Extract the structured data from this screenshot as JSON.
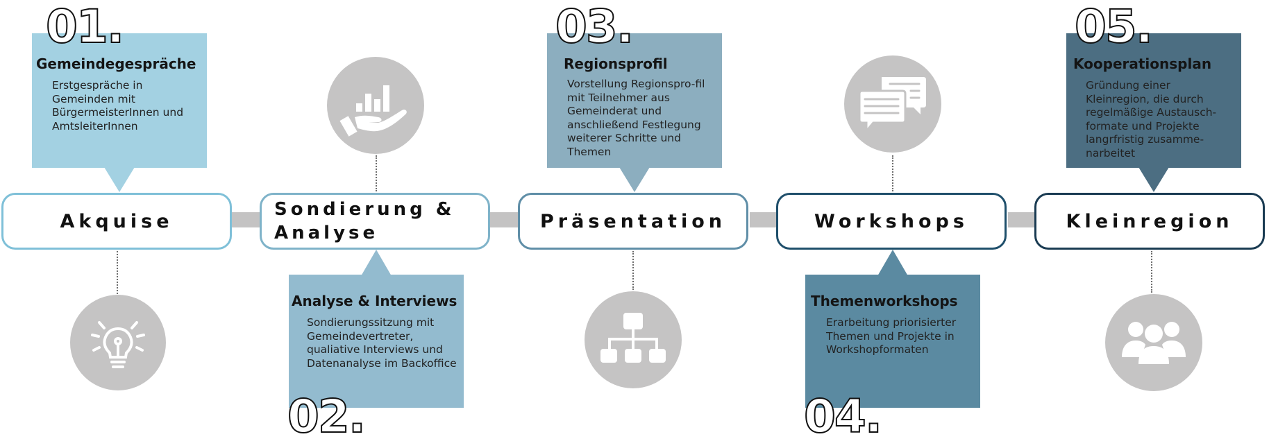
{
  "colors": {
    "step1": "#a3d1e2",
    "step2": "#93bbcf",
    "step3": "#8caebf",
    "step4": "#5b8aa1",
    "step5": "#4c6e82",
    "connector": "#c4c3c3",
    "icon_circle": "#c5c4c4"
  },
  "steps": [
    {
      "number": "01.",
      "stage": "Akquise",
      "title": "Gemeindegespräche",
      "text": "Erstgespräche in Gemeinden mit BürgermeisterInnen und AmtsleiterInnen",
      "icon": "lightbulb-icon"
    },
    {
      "number": "02.",
      "stage": "Sondierung & Analyse",
      "title": "Analyse & Interviews",
      "text": "Sondierungssitzung mit Gemeindevertreter, qualiative Interviews und Datenanalyse im Backoffice",
      "icon": "hand-chart-icon"
    },
    {
      "number": "03.",
      "stage": "Präsentation",
      "title": "Regionsprofil",
      "text": "Vorstellung Regionspro-fil  mit Teilnehmer aus Gemeinderat und anschließend Festlegung weiterer Schritte und Themen",
      "icon": "org-chart-icon"
    },
    {
      "number": "04.",
      "stage": "Workshops",
      "title": "Themenworkshops",
      "text": "Erarbeitung priorisierter Themen und Projekte in Workshopformaten",
      "icon": "chat-bubbles-icon"
    },
    {
      "number": "05.",
      "stage": "Kleinregion",
      "title": "Kooperationsplan",
      "text": "Gründung einer Kleinregion, die durch regelmäßige Austausch-formate und Projekte langrfristig zusamme-narbeitet",
      "icon": "group-icon"
    }
  ]
}
